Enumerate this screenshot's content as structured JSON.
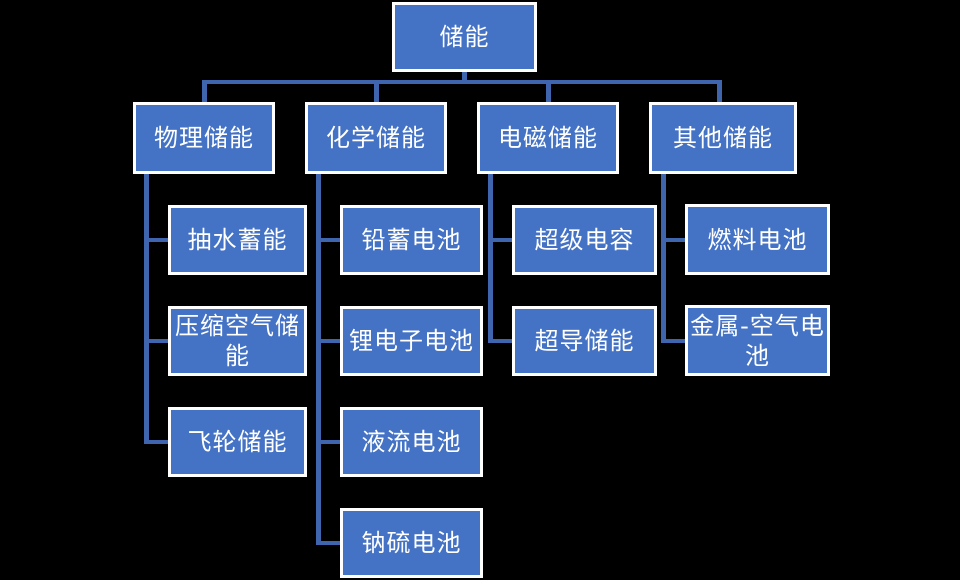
{
  "colors": {
    "background": "#000000",
    "node_fill": "#4472C4",
    "node_border": "#FFFFFF",
    "node_text": "#FFFFFF",
    "connector": "#3E65AE"
  },
  "tree": {
    "root": {
      "label": "储能"
    },
    "branches": [
      {
        "label": "物理储能",
        "children": [
          {
            "label": "抽水蓄能"
          },
          {
            "label": "压缩空气储能"
          },
          {
            "label": "飞轮储能"
          }
        ]
      },
      {
        "label": "化学储能",
        "children": [
          {
            "label": "铅蓄电池"
          },
          {
            "label": "锂电子电池"
          },
          {
            "label": "液流电池"
          },
          {
            "label": "钠硫电池"
          }
        ]
      },
      {
        "label": "电磁储能",
        "children": [
          {
            "label": "超级电容"
          },
          {
            "label": "超导储能"
          }
        ]
      },
      {
        "label": "其他储能",
        "children": [
          {
            "label": "燃料电池"
          },
          {
            "label": "金属-空气电池"
          }
        ]
      }
    ]
  }
}
